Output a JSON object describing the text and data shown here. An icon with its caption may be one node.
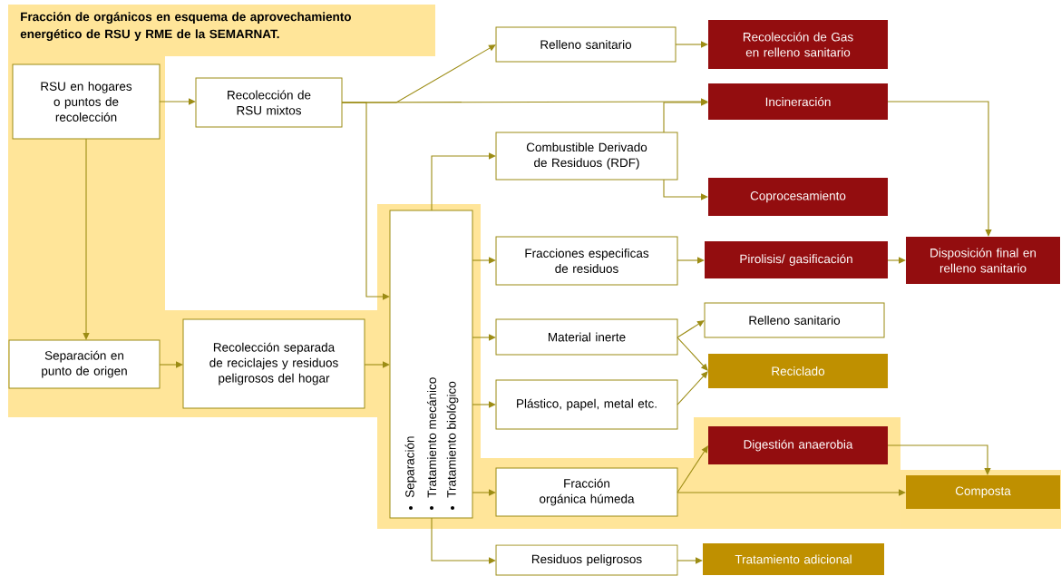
{
  "diagram": {
    "title": "Fracción de orgánicos en esquema de aprovechamiento energético de RSU y RME de la SEMARNAT.",
    "nodes": [
      {
        "text": [
          "RSU en hogares o puntos de recolección"
        ]
      },
      {
        "text": [
          "Recolección de RSU mixtos"
        ]
      },
      {
        "text": [
          "Relleno sanitario"
        ]
      },
      {
        "text": [
          "Recolección de Gas en relleno sanitario"
        ]
      },
      {
        "text": [
          "Incineración"
        ]
      },
      {
        "text": [
          "Combustible Derivado de Residuos (RDF)"
        ]
      },
      {
        "text": [
          "Coprocesamiento"
        ]
      },
      {
        "text": [
          "Separación en punto de origen"
        ]
      },
      {
        "text": [
          "Recolección separada de reciclajes y residuos peligrosos del hogar"
        ]
      },
      {
        "text": [
          "Separación",
          "Tratamiento mecánico",
          "Tratamiento biológico"
        ]
      },
      {
        "text": [
          "Fracciones especificas de residuos"
        ]
      },
      {
        "text": [
          "Pirolisis/ gasificación"
        ]
      },
      {
        "text": [
          "Disposición final en relleno sanitario"
        ]
      },
      {
        "text": [
          "Material inerte"
        ]
      },
      {
        "text": [
          "Relleno sanitario"
        ]
      },
      {
        "text": [
          "Reciclado"
        ]
      },
      {
        "text": [
          "Plástico, papel, metal etc."
        ]
      },
      {
        "text": [
          "Fracción orgánica húmeda"
        ]
      },
      {
        "text": [
          "Digestión anaerobia"
        ]
      },
      {
        "text": [
          "Composta"
        ]
      },
      {
        "text": [
          "Residuos peligrosos"
        ]
      },
      {
        "text": [
          "Tratamiento adicional"
        ]
      }
    ],
    "edges": [
      {
        "from": 0,
        "to": 1,
        "arrow": "to"
      },
      {
        "from": 1,
        "to": 2,
        "arrow": "to"
      },
      {
        "from": 1,
        "to": 4,
        "arrow": "to"
      },
      {
        "from": 1,
        "to": 9,
        "arrow": "to"
      },
      {
        "from": 0,
        "to": 7,
        "arrow": "to"
      },
      {
        "from": 7,
        "to": 8,
        "arrow": "to"
      },
      {
        "from": 8,
        "to": 9,
        "arrow": "to"
      },
      {
        "from": 9,
        "to": 5,
        "arrow": "to"
      },
      {
        "from": 5,
        "to": 4,
        "arrow": "to"
      },
      {
        "from": 5,
        "to": 6,
        "arrow": "to"
      },
      {
        "from": 2,
        "to": 3,
        "arrow": "to"
      },
      {
        "from": 4,
        "to": 12,
        "arrow": "to"
      },
      {
        "from": 9,
        "to": 10,
        "arrow": "to"
      },
      {
        "from": 10,
        "to": 11,
        "arrow": "to"
      },
      {
        "from": 11,
        "to": 12,
        "arrow": "to"
      },
      {
        "from": 9,
        "to": 13,
        "arrow": "to"
      },
      {
        "from": 13,
        "to": 14,
        "arrow": "to"
      },
      {
        "from": 13,
        "to": 15,
        "arrow": "to"
      },
      {
        "from": 9,
        "to": 16,
        "arrow": "to"
      },
      {
        "from": 16,
        "to": 15,
        "arrow": "to"
      },
      {
        "from": 9,
        "to": 17,
        "arrow": "to"
      },
      {
        "from": 17,
        "to": 18,
        "arrow": "to"
      },
      {
        "from": 17,
        "to": 19,
        "arrow": "to"
      },
      {
        "from": 18,
        "to": 19,
        "arrow": "to"
      },
      {
        "from": 9,
        "to": 20,
        "arrow": "to"
      },
      {
        "from": 20,
        "to": 21,
        "arrow": "to"
      }
    ]
  }
}
